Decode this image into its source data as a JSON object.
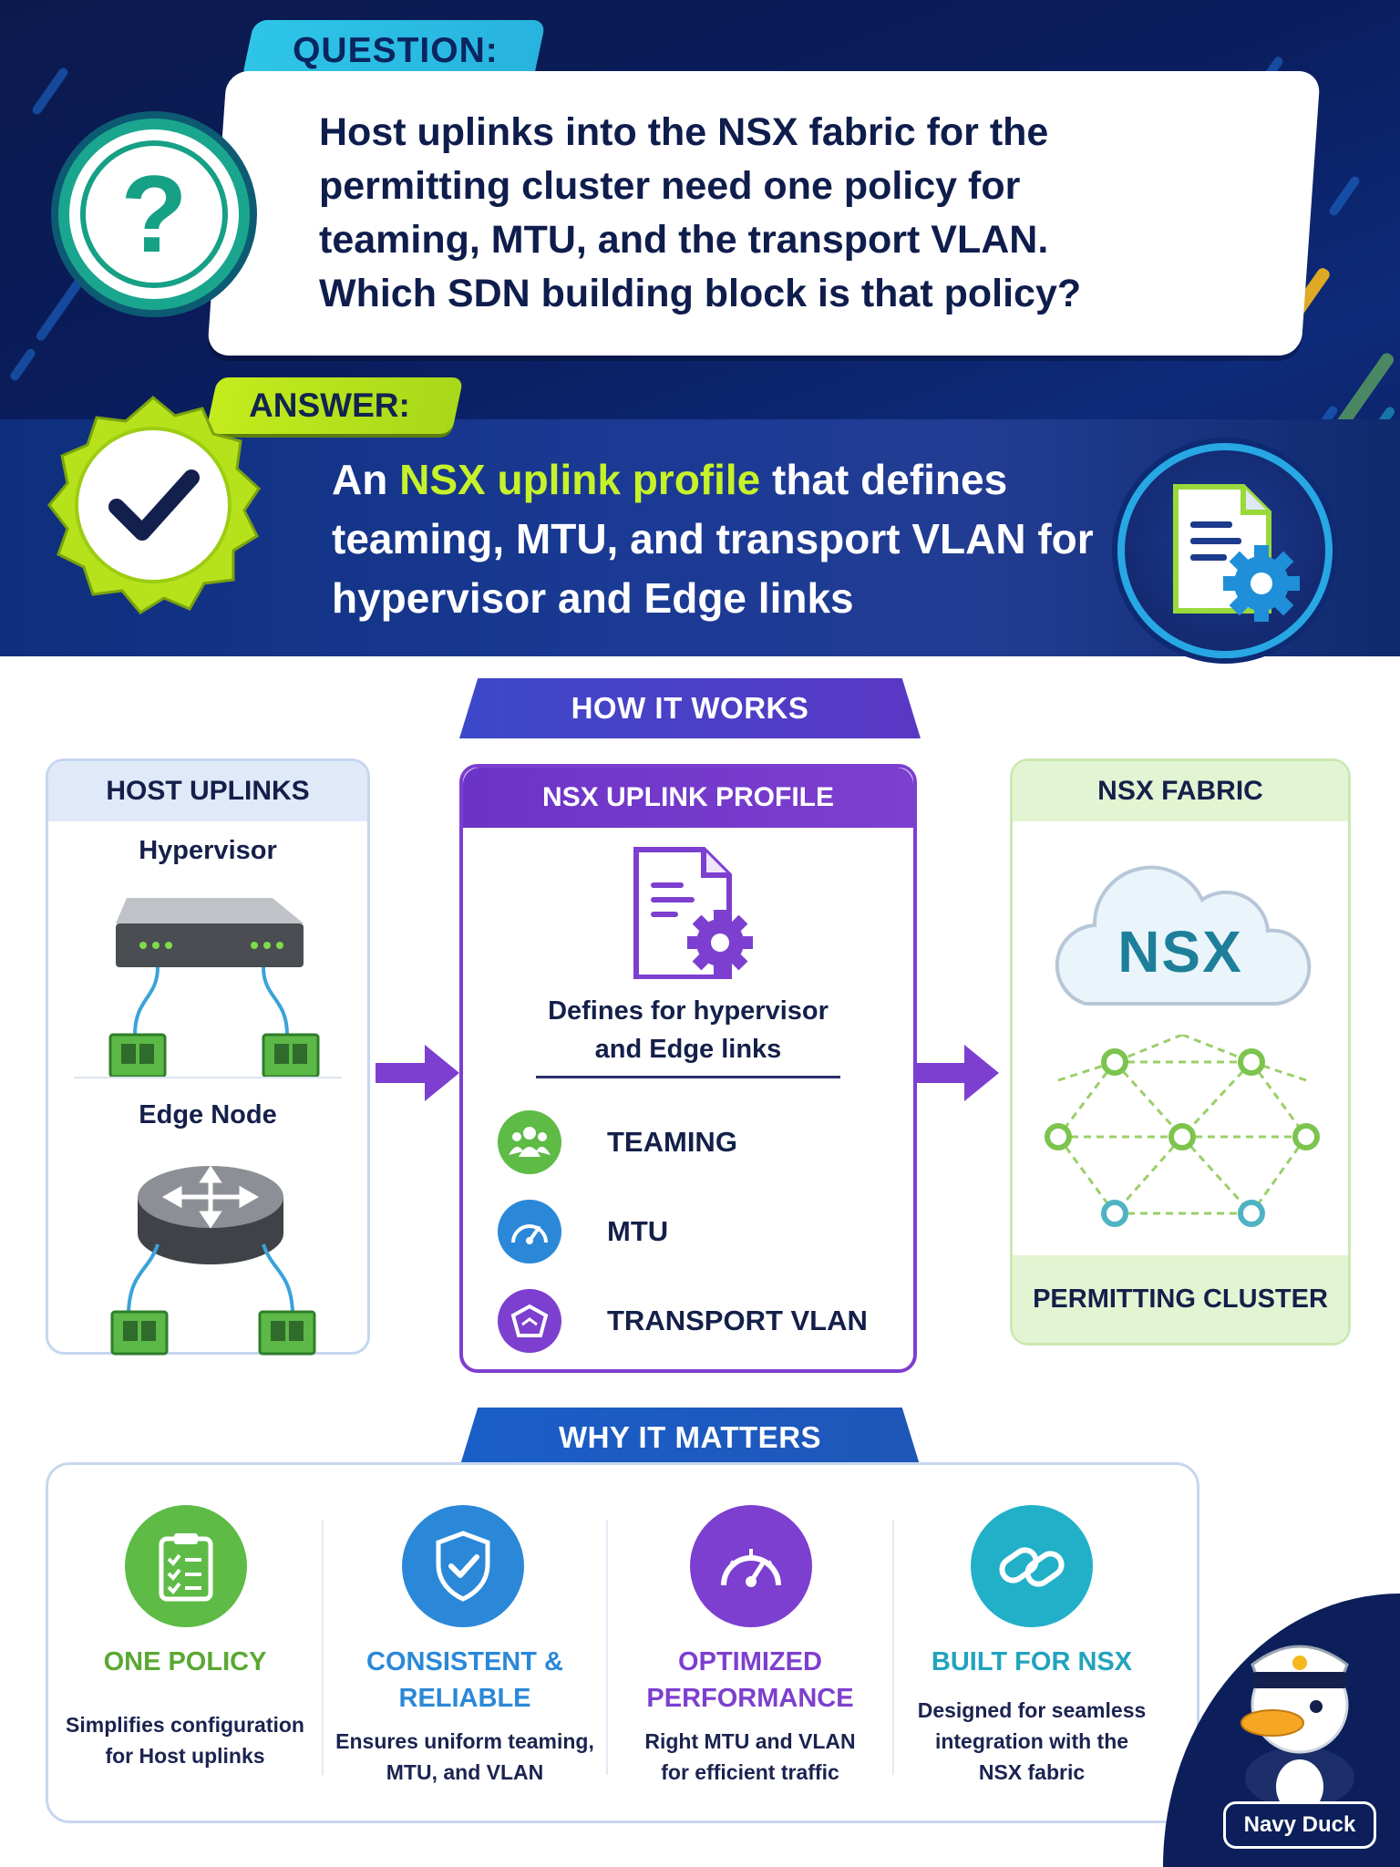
{
  "question": {
    "tag": "QUESTION:",
    "icon": "question-mark-icon",
    "text": "Host uplinks into the NSX fabric for the permitting cluster need one policy for teaming, MTU, and the transport VLAN. Which SDN building block is that policy?"
  },
  "answer": {
    "tag": "ANSWER:",
    "icon": "checkmark-seal-icon",
    "lead": "An ",
    "highlight": "NSX uplink profile",
    "rest": " that defines teaming, MTU, and transport VLAN for hypervisor and Edge links",
    "side_icon": "document-gear-icon"
  },
  "how": {
    "tab": "HOW IT WORKS",
    "host": {
      "title": "HOST UPLINKS",
      "hypervisor_label": "Hypervisor",
      "edge_label": "Edge Node"
    },
    "profile": {
      "title": "NSX UPLINK PROFILE",
      "description_line1": "Defines for hypervisor",
      "description_line2": "and Edge links",
      "features": [
        {
          "label": "TEAMING",
          "icon": "people-group-icon",
          "color": "#5dbb46"
        },
        {
          "label": "MTU",
          "icon": "gauge-icon",
          "color": "#2b88d8"
        },
        {
          "label": "TRANSPORT VLAN",
          "icon": "vlan-tag-icon",
          "color": "#7d3fcf"
        }
      ]
    },
    "fabric": {
      "title": "NSX FABRIC",
      "cloud_text": "NSX",
      "footer": "PERMITTING CLUSTER"
    }
  },
  "why": {
    "tab": "WHY IT MATTERS",
    "items": [
      {
        "title_line1": "ONE POLICY",
        "title_line2": "",
        "desc_line1": "Simplifies configuration",
        "desc_line2": "for Host uplinks",
        "desc_line3": "",
        "icon": "clipboard-checklist-icon",
        "color": "#5dbb46"
      },
      {
        "title_line1": "CONSISTENT &",
        "title_line2": "RELIABLE",
        "desc_line1": "Ensures uniform teaming,",
        "desc_line2": "MTU, and VLAN",
        "desc_line3": "",
        "icon": "shield-check-icon",
        "color": "#2b88d8"
      },
      {
        "title_line1": "OPTIMIZED",
        "title_line2": "PERFORMANCE",
        "desc_line1": "Right MTU and VLAN",
        "desc_line2": "for efficient traffic",
        "desc_line3": "",
        "icon": "speedometer-icon",
        "color": "#7d3fcf"
      },
      {
        "title_line1": "BUILT FOR NSX",
        "title_line2": "",
        "desc_line1": "Designed for seamless",
        "desc_line2": "integration with the",
        "desc_line3": "NSX fabric",
        "icon": "chain-link-icon",
        "color": "#22b0c9"
      }
    ]
  },
  "brand": {
    "name": "Navy Duck",
    "icon": "navy-duck-mascot-icon"
  },
  "colors": {
    "navy": "#0b1a4e",
    "accent_lime": "#c7f22a",
    "accent_cyan": "#2ec5e8",
    "purple": "#7d3fcf",
    "green": "#5dbb46",
    "blue": "#2b88d8",
    "teal": "#22b0c9"
  }
}
